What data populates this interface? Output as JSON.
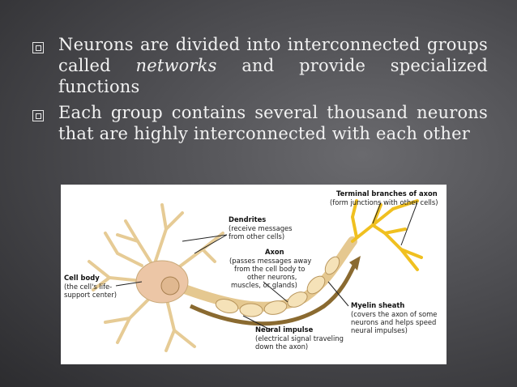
{
  "slide": {
    "bullets": [
      {
        "pre": "Neurons are divided into interconnected groups called ",
        "emphasis": "networks",
        "post": " and provide specialized functions"
      },
      {
        "text": "Each group contains several thousand neurons that are highly interconnected with each other"
      }
    ]
  },
  "figure": {
    "labels": {
      "terminal_title": "Terminal branches of axon",
      "terminal_desc": "(form junctions with other cells)",
      "dendrites_title": "Dendrites",
      "dendrites_desc1": "(receive messages",
      "dendrites_desc2": "from other cells)",
      "axon_title": "Axon",
      "axon_desc1": "(passes messages away",
      "axon_desc2": "from the cell body to",
      "axon_desc3": "other neurons,",
      "axon_desc4": "muscles, or glands)",
      "cellbody_title": "Cell body",
      "cellbody_desc1": "(the cell's life-",
      "cellbody_desc2": "support center)",
      "myelin_title": "Myelin sheath",
      "myelin_desc1": "(covers the axon of some",
      "myelin_desc2": "neurons and helps speed",
      "myelin_desc3": "neural impulses)",
      "impulse_title": "Neural impulse",
      "impulse_desc1": "(electrical signal traveling",
      "impulse_desc2": "down the axon)"
    },
    "colors": {
      "neuron": "#f2dca8",
      "neuron_stroke": "#c9a978",
      "terminal": "#f0c020",
      "impulse_arrow": "#8a6a30",
      "cell_body": "#e8b898"
    }
  }
}
